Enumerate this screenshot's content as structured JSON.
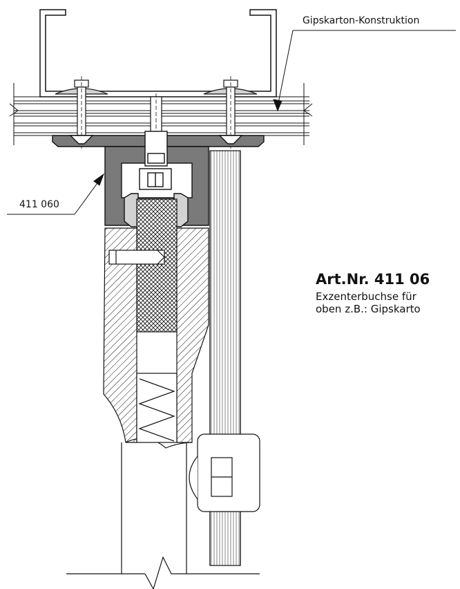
{
  "labels": {
    "construction": "Gipskarton-Konstruktion",
    "part_number_callout": "411 060"
  },
  "product": {
    "article": "Art.Nr. 411 06",
    "description_line1": "Exzenterbuchse für",
    "description_line2": "oben z.B.: Gipskarto"
  },
  "colors": {
    "line": "#111111",
    "dark_part": "#7a7a7a",
    "light_part": "#d2d2d2",
    "background": "#ffffff"
  }
}
